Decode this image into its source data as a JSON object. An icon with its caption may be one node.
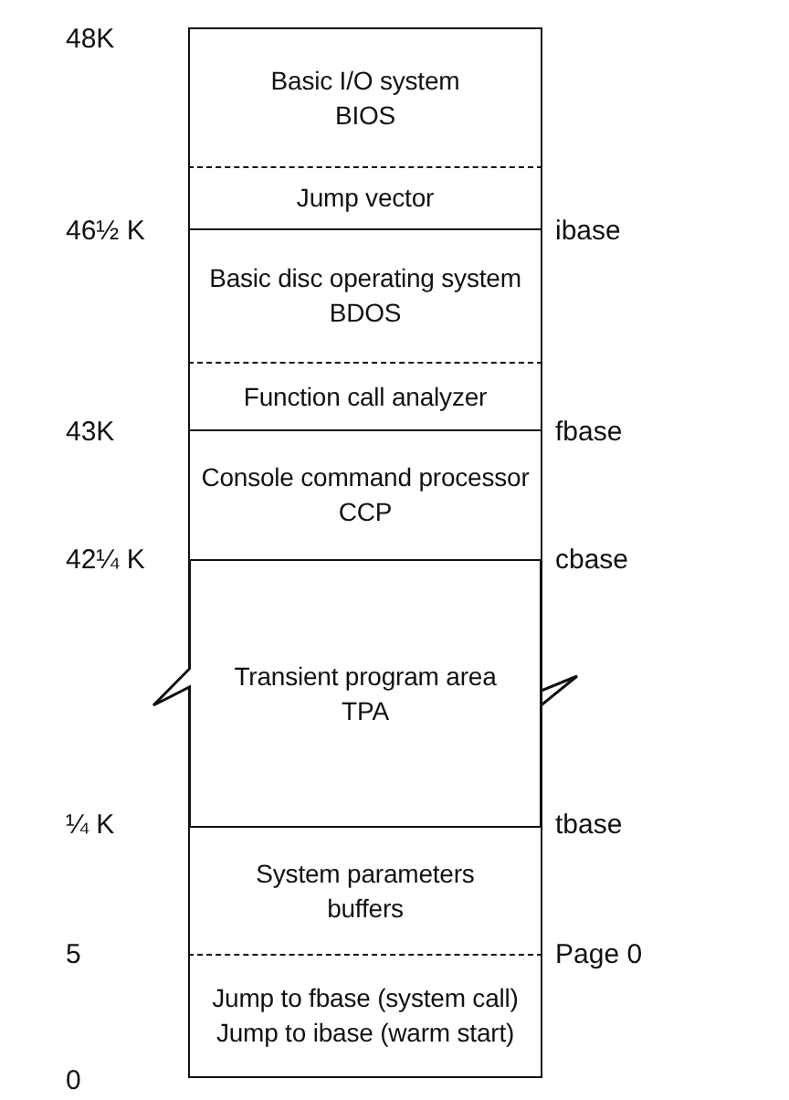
{
  "diagram": {
    "nodes": [
      {
        "text": [
          "Basic I/O system",
          "BIOS"
        ]
      },
      {
        "text": [
          "Jump vector"
        ]
      },
      {
        "text": [
          "Basic disc operating system",
          "BDOS"
        ]
      },
      {
        "text": [
          "Function call analyzer"
        ]
      },
      {
        "text": [
          "Console command processor",
          "CCP"
        ]
      },
      {
        "text": [
          "Transient program area TPA"
        ]
      },
      {
        "text": [
          "System parameters",
          "buffers"
        ]
      },
      {
        "text": [
          "Jump to fbase (system call)",
          "Jump to ibase (warm start)"
        ]
      }
    ],
    "edges": [],
    "labels": [
      "48K",
      "46½ K",
      "ibase",
      "43K",
      "fbase",
      "42¼ K",
      "cbase",
      "¼ K",
      "tbase",
      "5",
      "Page 0",
      "0"
    ]
  }
}
